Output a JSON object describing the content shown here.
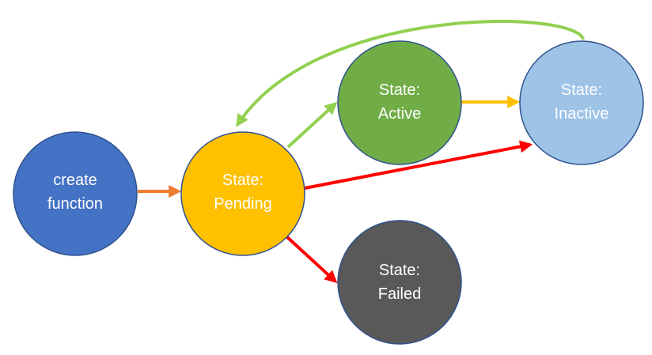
{
  "nodes": {
    "create": {
      "lines": [
        "create",
        "function"
      ],
      "fill": "#4472C4",
      "stroke": "#2F528F"
    },
    "pending": {
      "lines": [
        "State:",
        "Pending"
      ],
      "fill": "#FFC000",
      "stroke": "#2F528F"
    },
    "active": {
      "lines": [
        "State:",
        "Active"
      ],
      "fill": "#70AD47",
      "stroke": "#2F528F"
    },
    "inactive": {
      "lines": [
        "State:",
        "Inactive"
      ],
      "fill": "#9DC3E6",
      "stroke": "#2F528F"
    },
    "failed": {
      "lines": [
        "State:",
        "Failed"
      ],
      "fill": "#595959",
      "stroke": "#2F528F"
    }
  },
  "edges": [
    {
      "id": "create-to-pending",
      "from": "create",
      "to": "pending",
      "color": "#ED7D31"
    },
    {
      "id": "pending-to-active",
      "from": "pending",
      "to": "active",
      "color": "#92D050"
    },
    {
      "id": "active-to-inactive",
      "from": "active",
      "to": "inactive",
      "color": "#FFC000"
    },
    {
      "id": "pending-to-inactive",
      "from": "pending",
      "to": "inactive",
      "color": "#FF0000"
    },
    {
      "id": "pending-to-failed",
      "from": "pending",
      "to": "failed",
      "color": "#FF0000"
    },
    {
      "id": "inactive-to-pending",
      "from": "inactive",
      "to": "pending",
      "color": "#92D050"
    }
  ]
}
